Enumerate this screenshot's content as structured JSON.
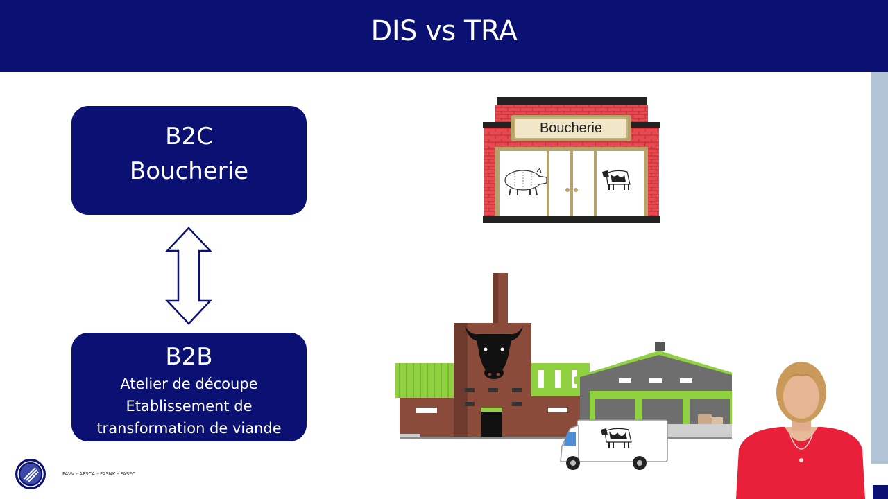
{
  "slide": {
    "title": "DIS vs TRA"
  },
  "b2c": {
    "heading": "B2C",
    "subheading": "Boucherie"
  },
  "b2b": {
    "heading": "B2B",
    "lines": [
      "Atelier de découpe",
      "Etablissement de",
      "transformation de viande"
    ]
  },
  "shop": {
    "sign": "Boucherie"
  },
  "footer": {
    "text": "FAVV  -  AFSCA  -  FASNK  -  FASFC"
  },
  "colors": {
    "navy": "#0a1172",
    "brick": "#e8484f",
    "green": "#8fd13f",
    "factory_brown": "#8a4b3a"
  },
  "icons": [
    "double-arrow-icon",
    "butcher-shop-illustration",
    "pig-icon",
    "cow-icon",
    "factory-illustration",
    "bull-head-icon",
    "delivery-truck-icon",
    "favv-logo-icon"
  ]
}
